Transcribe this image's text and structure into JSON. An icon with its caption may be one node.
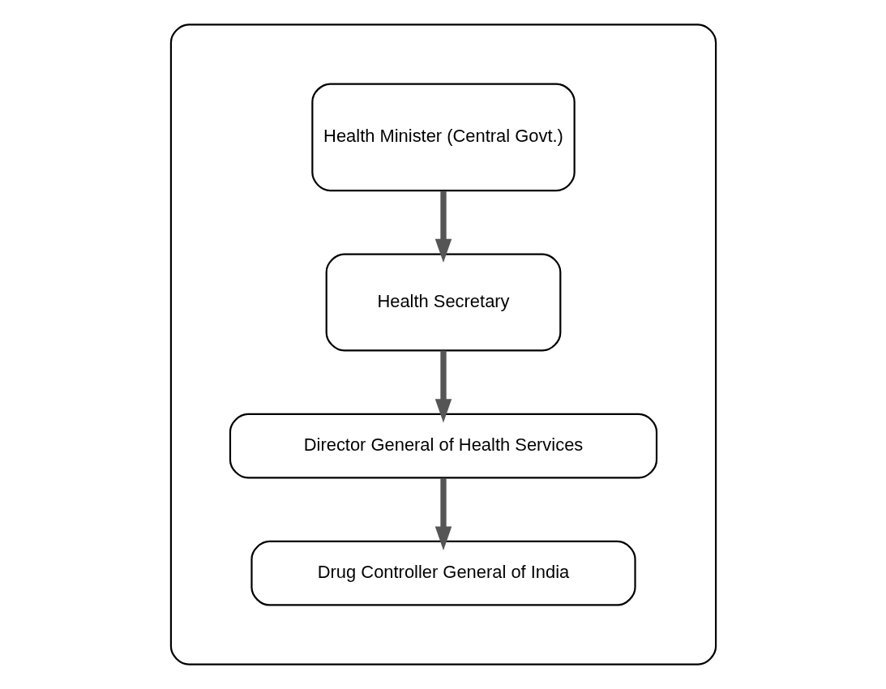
{
  "diagram": {
    "nodes": [
      {
        "text": [],
        "shape": "box"
      },
      {
        "text": [
          "Health Minister (Central Govt.)"
        ],
        "in": 0
      },
      {
        "text": [
          "Health Secretary"
        ],
        "in": 0
      },
      {
        "text": [
          "Director General of Health Services"
        ],
        "in": 0
      },
      {
        "text": [
          "Drug Controller General of India"
        ],
        "in": 0
      }
    ],
    "edges": [
      {
        "from": 1,
        "to": 2,
        "arrow": "to"
      },
      {
        "from": 2,
        "to": 3,
        "arrow": "to"
      },
      {
        "from": 3,
        "to": 4,
        "arrow": "to"
      }
    ]
  }
}
